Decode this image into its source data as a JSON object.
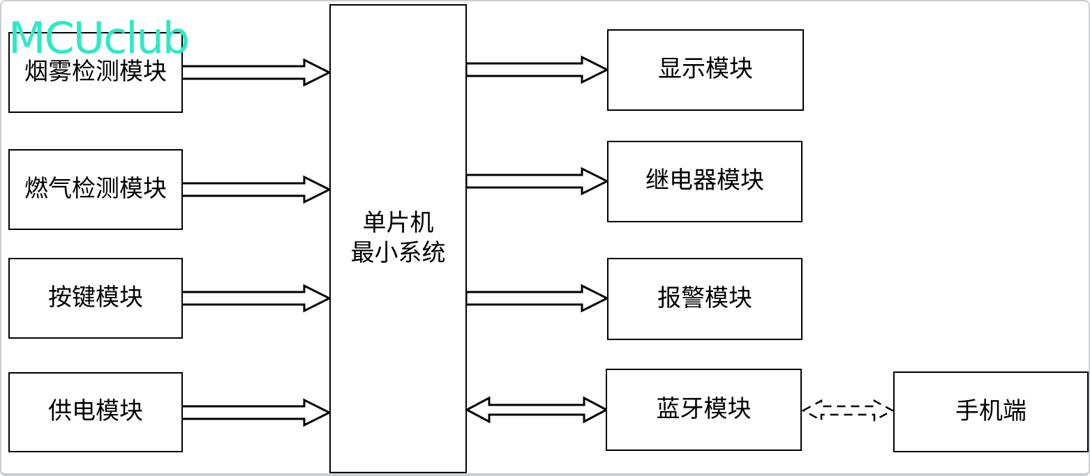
{
  "logo": {
    "text": "MCUclub",
    "color": "#2ee9c6"
  },
  "diagram": {
    "center": {
      "line1": "单片机",
      "line2": "最小系统"
    },
    "inputs": [
      {
        "label": "烟雾检测模块"
      },
      {
        "label": "燃气检测模块"
      },
      {
        "label": "按键模块"
      },
      {
        "label": "供电模块"
      }
    ],
    "outputs": [
      {
        "label": "显示模块"
      },
      {
        "label": "继电器模块"
      },
      {
        "label": "报警模块"
      },
      {
        "label": "蓝牙模块"
      }
    ],
    "phone": {
      "label": "手机端"
    },
    "connections": [
      {
        "from": "烟雾检测模块",
        "to": "单片机最小系统",
        "style": "solid-arrow-right"
      },
      {
        "from": "燃气检测模块",
        "to": "单片机最小系统",
        "style": "solid-arrow-right"
      },
      {
        "from": "按键模块",
        "to": "单片机最小系统",
        "style": "solid-arrow-right"
      },
      {
        "from": "供电模块",
        "to": "单片机最小系统",
        "style": "solid-arrow-right"
      },
      {
        "from": "单片机最小系统",
        "to": "显示模块",
        "style": "solid-arrow-right"
      },
      {
        "from": "单片机最小系统",
        "to": "继电器模块",
        "style": "solid-arrow-right"
      },
      {
        "from": "单片机最小系统",
        "to": "报警模块",
        "style": "solid-arrow-right"
      },
      {
        "from": "单片机最小系统",
        "to": "蓝牙模块",
        "style": "double-headed-arrow"
      },
      {
        "from": "蓝牙模块",
        "to": "手机端",
        "style": "dashed-double-headed-arrow"
      }
    ],
    "colors": {
      "line": "#000000",
      "box_fill": "#ffffff",
      "frame_border": "#c9cdd1"
    }
  }
}
